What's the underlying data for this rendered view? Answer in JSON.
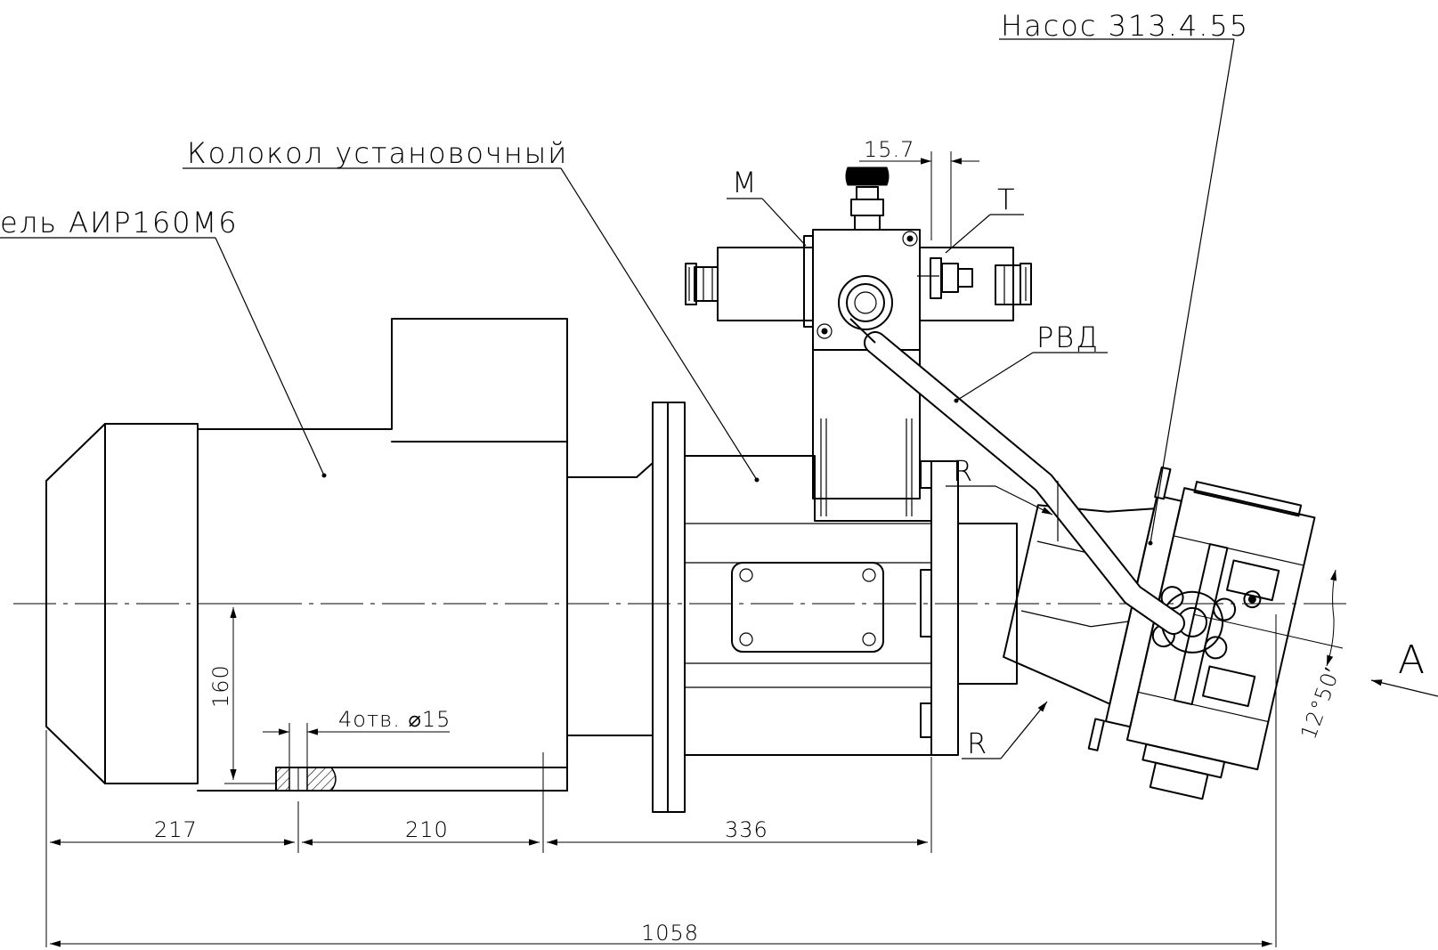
{
  "labels": {
    "pump": "Насос 313.4.55",
    "bell": "Колокол установочный",
    "motor": "ель АИР160М6",
    "m": "М",
    "t": "Т",
    "hose": "РВД",
    "r_top": "R",
    "r_bottom": "R",
    "view": "А"
  },
  "dimensions": {
    "d15_7": "15.7",
    "d160": "160",
    "holes": "4отв. ⌀15",
    "d217": "217",
    "d210": "210",
    "d336": "336",
    "d1058": "1058",
    "angle": "12°50′"
  }
}
